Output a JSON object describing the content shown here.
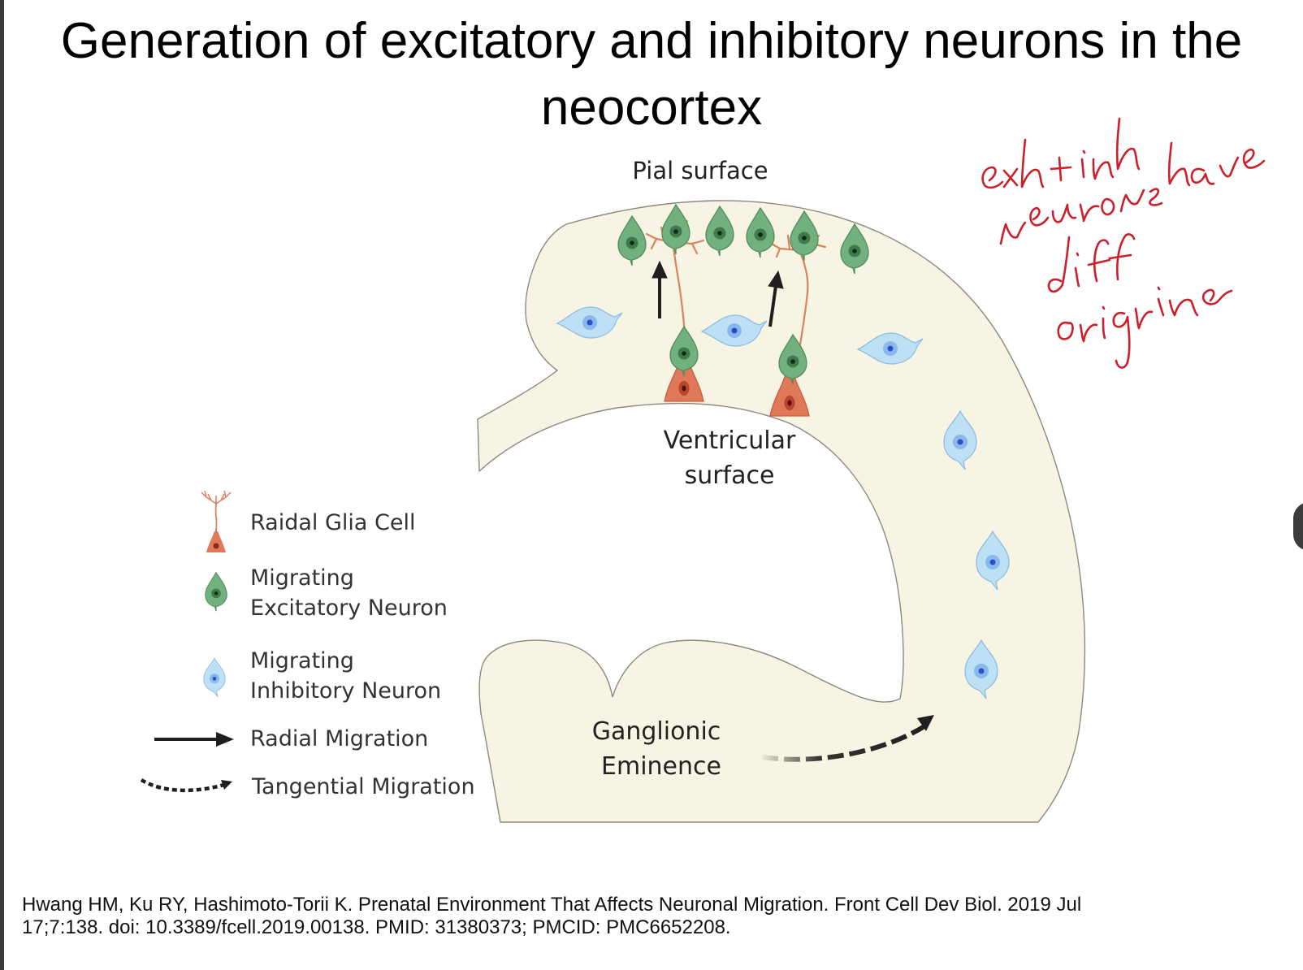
{
  "slide": {
    "title_line1": "Generation of excitatory and inhibitory neurons in the",
    "title_line2": "neocortex"
  },
  "diagram": {
    "pial_surface": "Pial surface",
    "ventricular_line1": "Ventricular",
    "ventricular_line2": "surface",
    "ganglionic_line1": "Ganglionic",
    "ganglionic_line2": "Eminence",
    "colors": {
      "tissue": "#f8f4e4",
      "radial_glia": "#e07a5a",
      "excitatory": "#6fae7c",
      "inhibitory": "#b7dcf3",
      "arrow": "#1f1f1f",
      "annotation_ink": "#cc1f2a"
    }
  },
  "legend": {
    "radial_glia": "Raidal Glia Cell",
    "excitatory_line1": "Migrating",
    "excitatory_line2": "Excitatory Neuron",
    "inhibitory_line1": "Migrating",
    "inhibitory_line2": "Inhibitory Neuron",
    "radial_migration": "Radial Migration",
    "tangential_migration": "Tangential Migration"
  },
  "annotation": {
    "handwritten_note": "exh + inh neurons have diff origins"
  },
  "citation": {
    "line1": "Hwang HM, Ku RY, Hashimoto-Torii K. Prenatal Environment That Affects Neuronal Migration. Front Cell Dev Biol. 2019 Jul",
    "line2": "17;7:138. doi: 10.3389/fcell.2019.00138. PMID: 31380373; PMCID: PMC6652208."
  }
}
